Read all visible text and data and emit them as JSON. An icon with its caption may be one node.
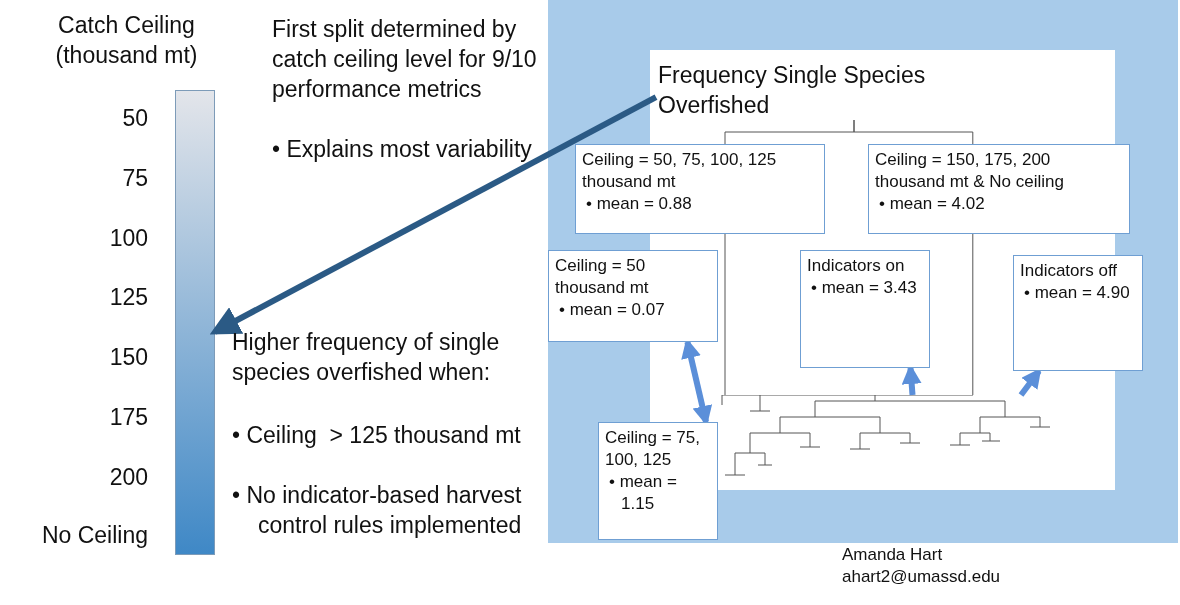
{
  "diagram": {
    "nodes": [
      {
        "text": [
          "Frequency Single Species Overfished"
        ]
      },
      {
        "text": [
          "Ceiling = 50, 75, 100, 125 thousand mt",
          "• mean = 0.88"
        ]
      },
      {
        "text": [
          "Ceiling = 150, 175, 200 thousand mt & No ceiling",
          "• mean = 4.02"
        ]
      },
      {
        "text": [
          "Ceiling = 50 thousand mt",
          "• mean = 0.07"
        ]
      },
      {
        "text": [
          "Indicators on",
          "• mean = 3.43"
        ]
      },
      {
        "text": [
          "Indicators off",
          "• mean = 4.90"
        ]
      },
      {
        "text": [
          "Ceiling = 75, 100, 125",
          "• mean = 1.15"
        ]
      },
      {
        "text": [],
        "shape": "bar"
      },
      {
        "text": [],
        "shape": "picture"
      }
    ],
    "edges": [
      {
        "from": 0,
        "to": 1,
        "arrow": "none"
      },
      {
        "from": 0,
        "to": 2,
        "arrow": "none"
      },
      {
        "from": 1,
        "to": 8,
        "arrow": "none"
      },
      {
        "from": 2,
        "to": 8,
        "arrow": "none"
      },
      {
        "from": 0,
        "to": 7,
        "arrow": "to",
        "style": "thick",
        "color": "#2b5a85"
      },
      {
        "from": 3,
        "to": 6,
        "arrow": "both",
        "style": "thick",
        "color": "#5b8fd9"
      },
      {
        "from": 8,
        "to": 4,
        "arrow": "to",
        "style": "thick",
        "color": "#5b8fd9"
      },
      {
        "from": 8,
        "to": 5,
        "arrow": "to",
        "style": "thick",
        "color": "#5b8fd9"
      }
    ],
    "labels": [
      "Catch Ceiling (thousand mt)",
      "50",
      "75",
      "100",
      "125",
      "150",
      "175",
      "200",
      "No Ceiling",
      "First split determined by catch ceiling level for 9/10 performance metrics",
      "• Explains most variability",
      "Higher frequency of single species overfished when:",
      "• Ceiling  > 125 thousand mt",
      "• No indicator-based harvest control rules implemented",
      "Amanda Hart",
      "ahart2@umassd.edu"
    ]
  }
}
